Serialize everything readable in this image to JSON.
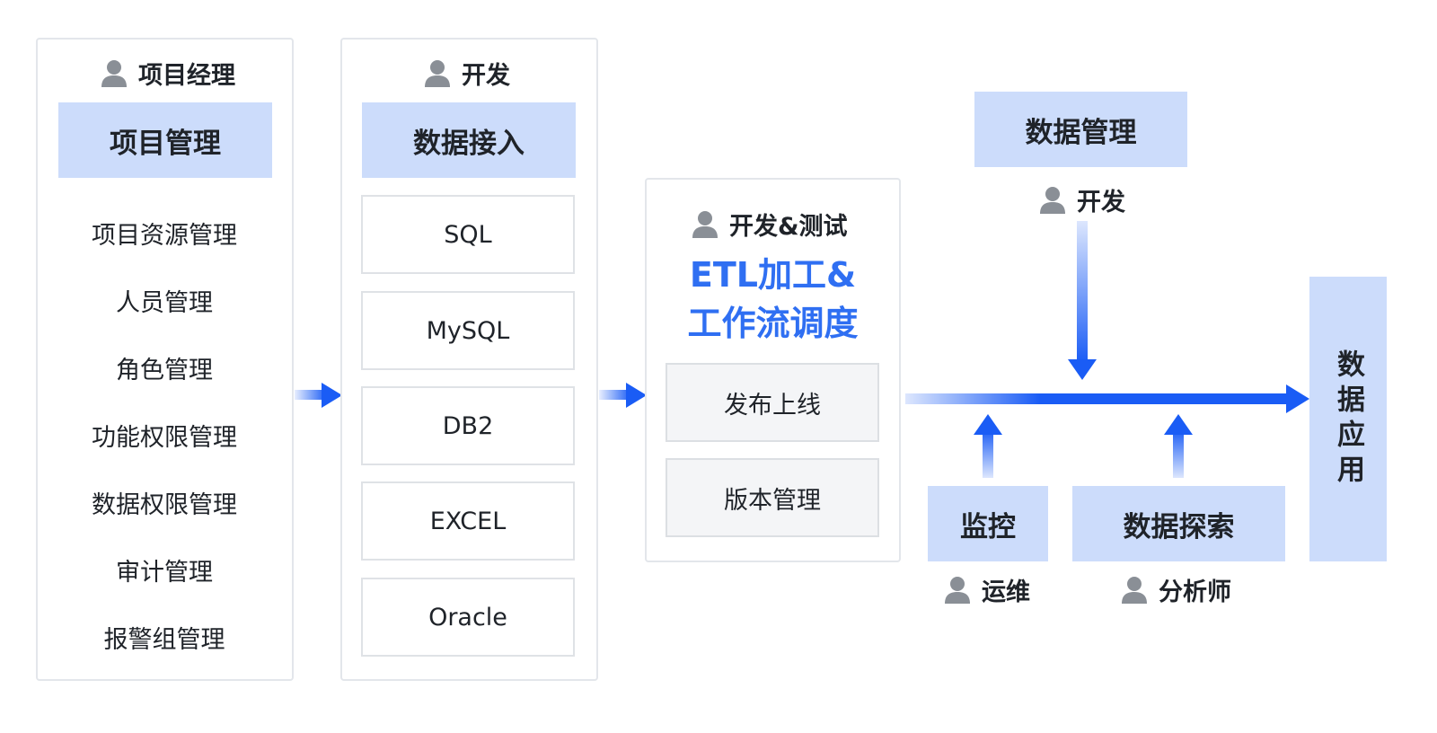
{
  "colors": {
    "accent_blue": "#1a5cf5",
    "box_blue": "#ccdcfb",
    "title_blue": "#2f6ff2",
    "border_gray": "#e3e6eb",
    "icon_gray": "#8a8f96"
  },
  "project_column": {
    "role": "项目经理",
    "header": "项目管理",
    "items": [
      "项目资源管理",
      "人员管理",
      "角色管理",
      "功能权限管理",
      "数据权限管理",
      "审计管理",
      "报警组管理"
    ]
  },
  "ingest_column": {
    "role": "开发",
    "header": "数据接入",
    "sources": [
      "SQL",
      "MySQL",
      "DB2",
      "EXCEL",
      "Oracle"
    ]
  },
  "etl_column": {
    "role": "开发&测试",
    "title_line1": "ETL加工&",
    "title_line2": "工作流调度",
    "items": [
      "发布上线",
      "版本管理"
    ]
  },
  "data_management": {
    "label": "数据管理",
    "role": "开发"
  },
  "monitoring": {
    "label": "监控",
    "role": "运维"
  },
  "data_exploration": {
    "label": "数据探索",
    "role": "分析师"
  },
  "data_application": {
    "label": "数据应用"
  }
}
